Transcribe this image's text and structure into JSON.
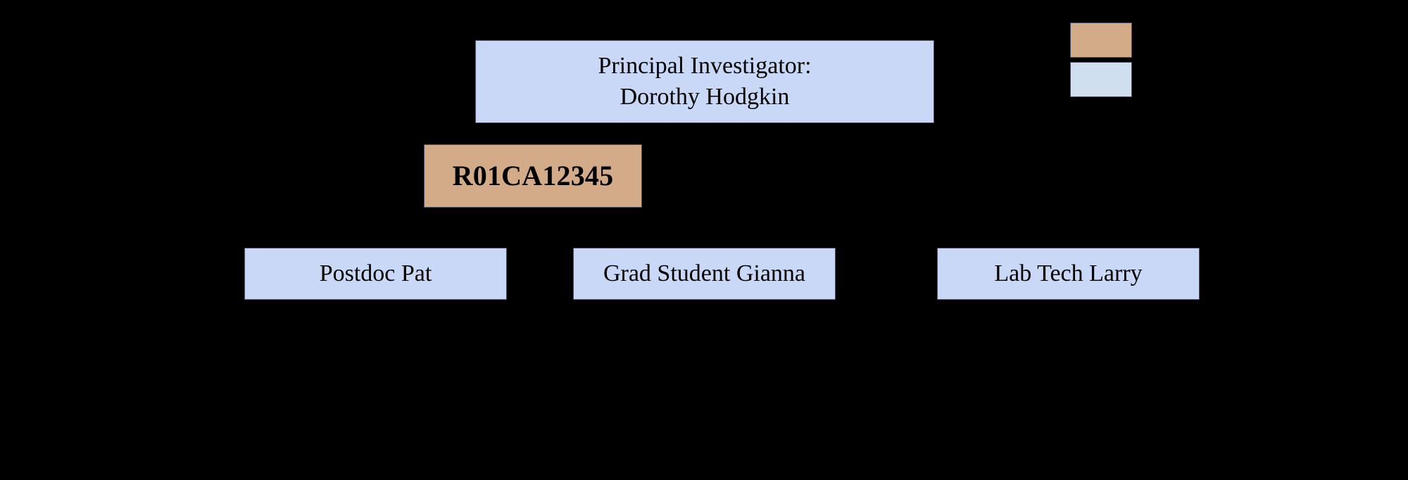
{
  "diagram": {
    "background_color": "#000000",
    "node_stroke_color": "#4a4f66",
    "person_fill_color": "#c9d8f7",
    "grant_fill_color": "#d4ab89",
    "legend_person_fill_color": "#cfdff0",
    "nodes": [
      {
        "id": "pi",
        "kind": "person",
        "label": "Principal Investigator:\nDorothy Hodgkin"
      },
      {
        "id": "grant",
        "kind": "grant",
        "label": "R01CA12345"
      },
      {
        "id": "postdoc",
        "kind": "person",
        "label": "Postdoc Pat"
      },
      {
        "id": "grad",
        "kind": "person",
        "label": "Grad Student Gianna"
      },
      {
        "id": "labtech",
        "kind": "person",
        "label": "Lab Tech Larry"
      }
    ],
    "legend": {
      "swatches": [
        {
          "id": "legend-grant",
          "kind": "grant",
          "color": "#d4ab89"
        },
        {
          "id": "legend-person",
          "kind": "person",
          "color": "#cfdff0"
        }
      ]
    }
  }
}
